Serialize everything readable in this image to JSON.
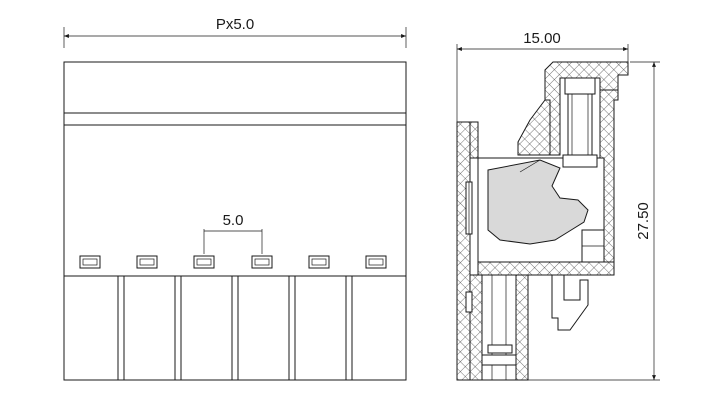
{
  "drawing": {
    "front_view": {
      "pitch_label": "Px5.0",
      "spacing_label": "5.0",
      "pin_count": 6
    },
    "side_view": {
      "width_label": "15.00",
      "height_label": "27.50"
    }
  },
  "colors": {
    "line": "#1a1a1a",
    "fill_gray": "#d9d9d9",
    "background": "#ffffff"
  }
}
